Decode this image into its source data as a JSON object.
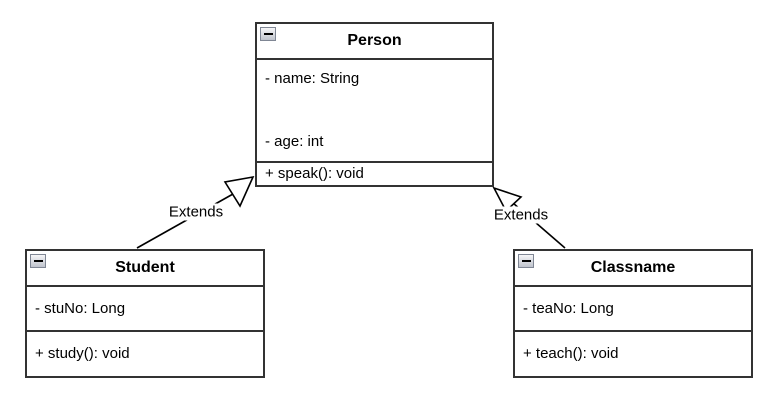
{
  "diagram": {
    "type": "uml-class-diagram",
    "classes": [
      {
        "name": "Person",
        "attributes": [
          "- name: String",
          "- age: int"
        ],
        "methods": [
          "+ speak(): void"
        ]
      },
      {
        "name": "Student",
        "attributes": [
          "- stuNo: Long"
        ],
        "methods": [
          "+ study(): void"
        ]
      },
      {
        "name": "Classname",
        "attributes": [
          "- teaNo: Long"
        ],
        "methods": [
          "+ teach(): void"
        ]
      }
    ],
    "relationships": [
      {
        "from": "Student",
        "to": "Person",
        "type": "generalization",
        "label": "Extends"
      },
      {
        "from": "Classname",
        "to": "Person",
        "type": "generalization",
        "label": "Extends"
      }
    ],
    "icons": {
      "collapse": "minus"
    },
    "colors": {
      "background": "#ffffff",
      "box_fill": "#ffffff",
      "border": "#333333",
      "text": "#000000",
      "collapse_button_fill": "#d9dce3",
      "collapse_button_border": "#7f8694"
    }
  }
}
